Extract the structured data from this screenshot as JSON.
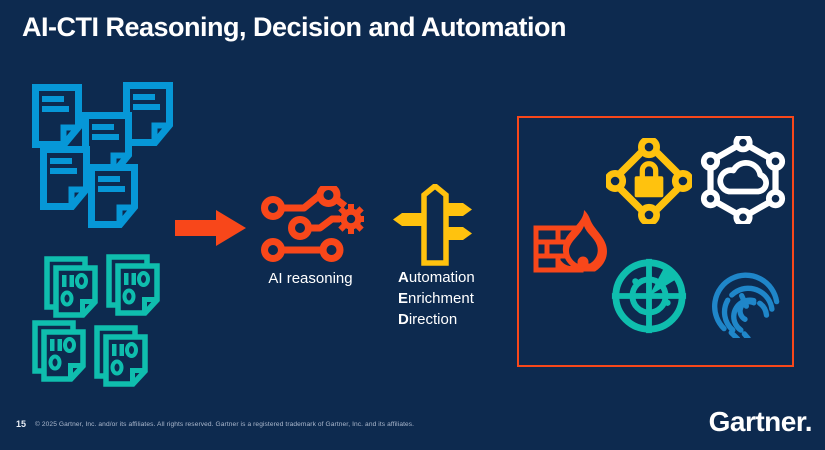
{
  "slide": {
    "title": "AI-CTI Reasoning, Decision and Automation",
    "page_number": "15",
    "copyright": "© 2025 Gartner, Inc. and/or its affiliates. All rights reserved. Gartner is a registered trademark of Gartner, Inc. and its affiliates.",
    "brand": "Gartner."
  },
  "colors": {
    "background": "#0D2A4F",
    "title_text": "#FFFFFF",
    "document_blue": "#0697D7",
    "binary_teal": "#0FBEAE",
    "accent_orange": "#F8471A",
    "signpost_yellow": "#FFC20E",
    "fingerprint_blue": "#1F86C9",
    "cloud_icon_white": "#FFFFFF"
  },
  "flow": {
    "input_icons": [
      "document-stack-icon",
      "binary-data-stack-icon"
    ],
    "arrow_icon": "arrow-right-icon",
    "ai_reasoning_label": "AI reasoning",
    "ai_reasoning_icon": "circuit-gear-icon",
    "aed_icon": "signpost-icon",
    "aed": [
      {
        "initial": "A",
        "rest": "utomation"
      },
      {
        "initial": "E",
        "rest": "nrichment"
      },
      {
        "initial": "D",
        "rest": "irection"
      }
    ]
  },
  "outcome_box": {
    "icons": [
      "firewall-flame-icon",
      "network-lock-icon",
      "cloud-network-icon",
      "radar-icon",
      "fingerprint-icon"
    ]
  }
}
